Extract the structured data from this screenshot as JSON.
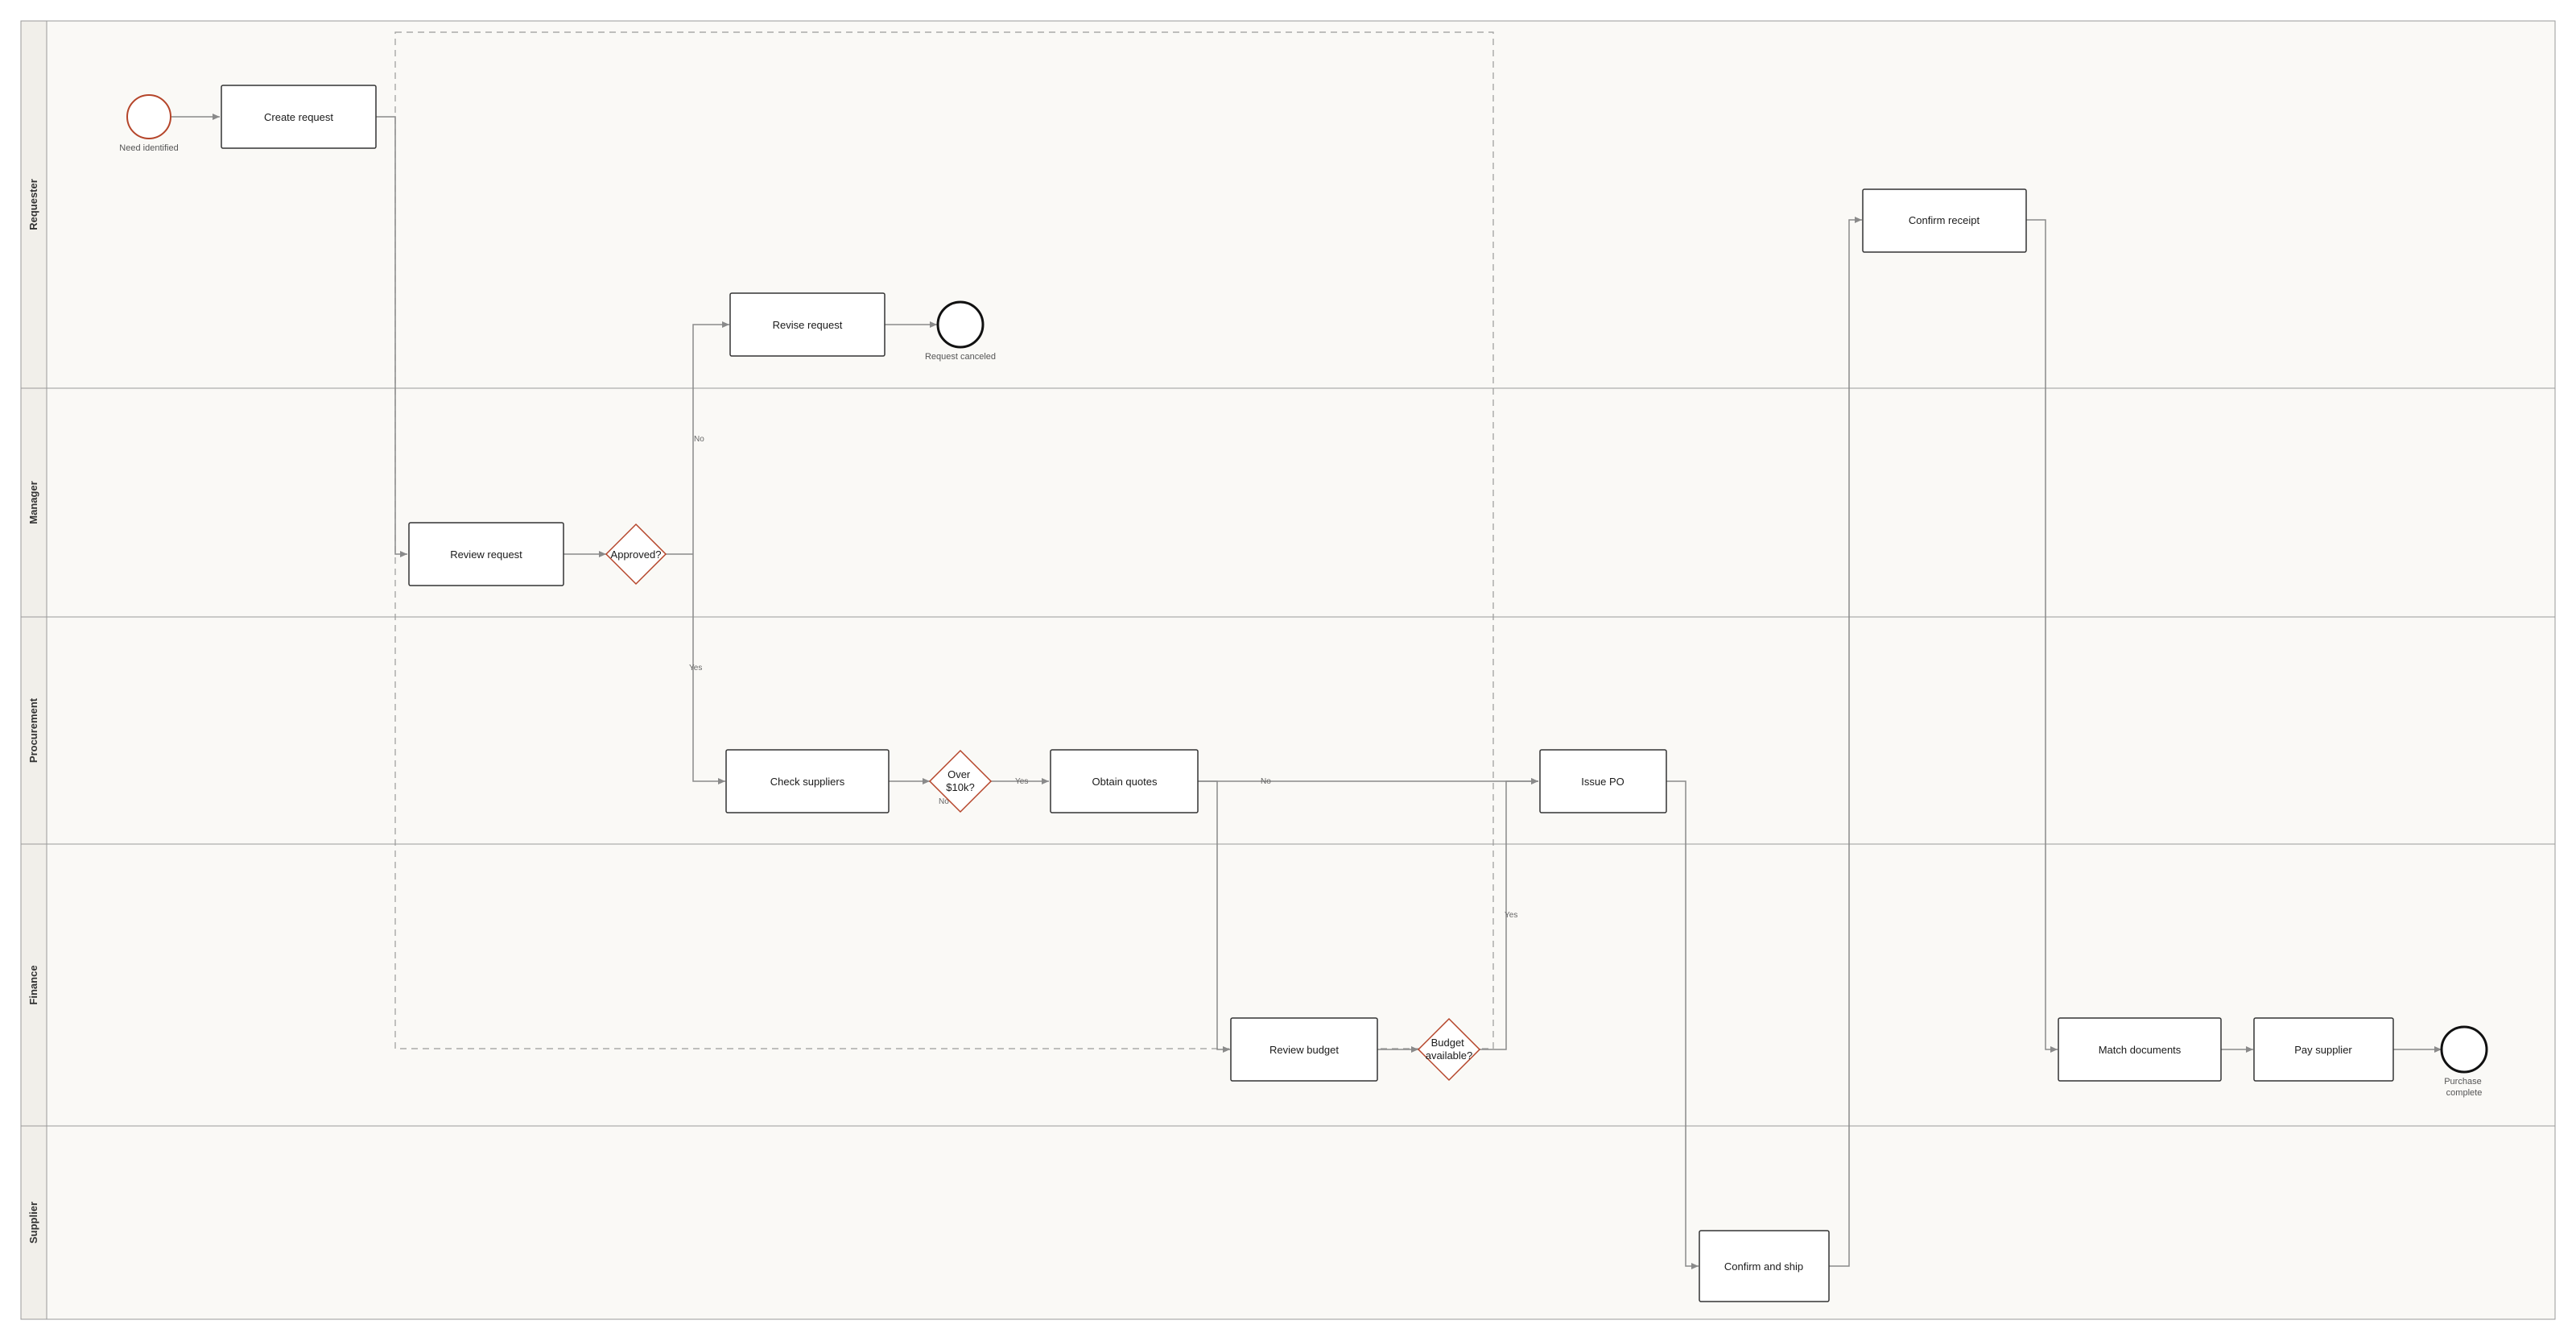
{
  "colors": {
    "lane_fill": "#faf9f6",
    "lane_header_fill": "#f1efea",
    "lane_border": "#9a9a9a",
    "task_border": "#333333",
    "gateway_stroke": "#b5452a",
    "start_event_stroke": "#b5452a",
    "end_event_stroke": "#111111",
    "flow_line": "#8a8a8a",
    "group_border": "#9a9a9a"
  },
  "lanes": [
    {
      "id": "requester",
      "label": "Requester"
    },
    {
      "id": "manager",
      "label": "Manager"
    },
    {
      "id": "procurement",
      "label": "Procurement"
    },
    {
      "id": "finance",
      "label": "Finance"
    },
    {
      "id": "supplier",
      "label": "Supplier"
    }
  ],
  "events": [
    {
      "id": "start",
      "kind": "start",
      "label": "Need identified"
    },
    {
      "id": "end_canceled",
      "kind": "end",
      "label": "Request canceled"
    },
    {
      "id": "end_complete",
      "kind": "end",
      "label": "Purchase complete"
    }
  ],
  "tasks": [
    {
      "id": "create_request",
      "label": "Create request"
    },
    {
      "id": "revise_request",
      "label": "Revise request"
    },
    {
      "id": "confirm_receipt",
      "label": "Confirm receipt"
    },
    {
      "id": "review_request",
      "label": "Review request"
    },
    {
      "id": "check_suppliers",
      "label": "Check suppliers"
    },
    {
      "id": "obtain_quotes",
      "label": "Obtain quotes"
    },
    {
      "id": "issue_po",
      "label": "Issue PO"
    },
    {
      "id": "review_budget",
      "label": "Review budget"
    },
    {
      "id": "match_documents",
      "label": "Match documents"
    },
    {
      "id": "pay_supplier",
      "label": "Pay supplier"
    },
    {
      "id": "confirm_ship",
      "label": "Confirm and ship"
    }
  ],
  "gateways": [
    {
      "id": "approved",
      "label": "Approved?"
    },
    {
      "id": "over10k",
      "label": "Over $10k?"
    },
    {
      "id": "budget",
      "label": "Budget available?"
    }
  ],
  "flow_labels": [
    {
      "id": "approved_no",
      "text": "No"
    },
    {
      "id": "approved_yes",
      "text": "Yes"
    },
    {
      "id": "over10k_no",
      "text": "No"
    },
    {
      "id": "over10k_yes",
      "text": "Yes"
    },
    {
      "id": "quotes_no",
      "text": "No"
    },
    {
      "id": "budget_yes",
      "text": "Yes"
    }
  ]
}
